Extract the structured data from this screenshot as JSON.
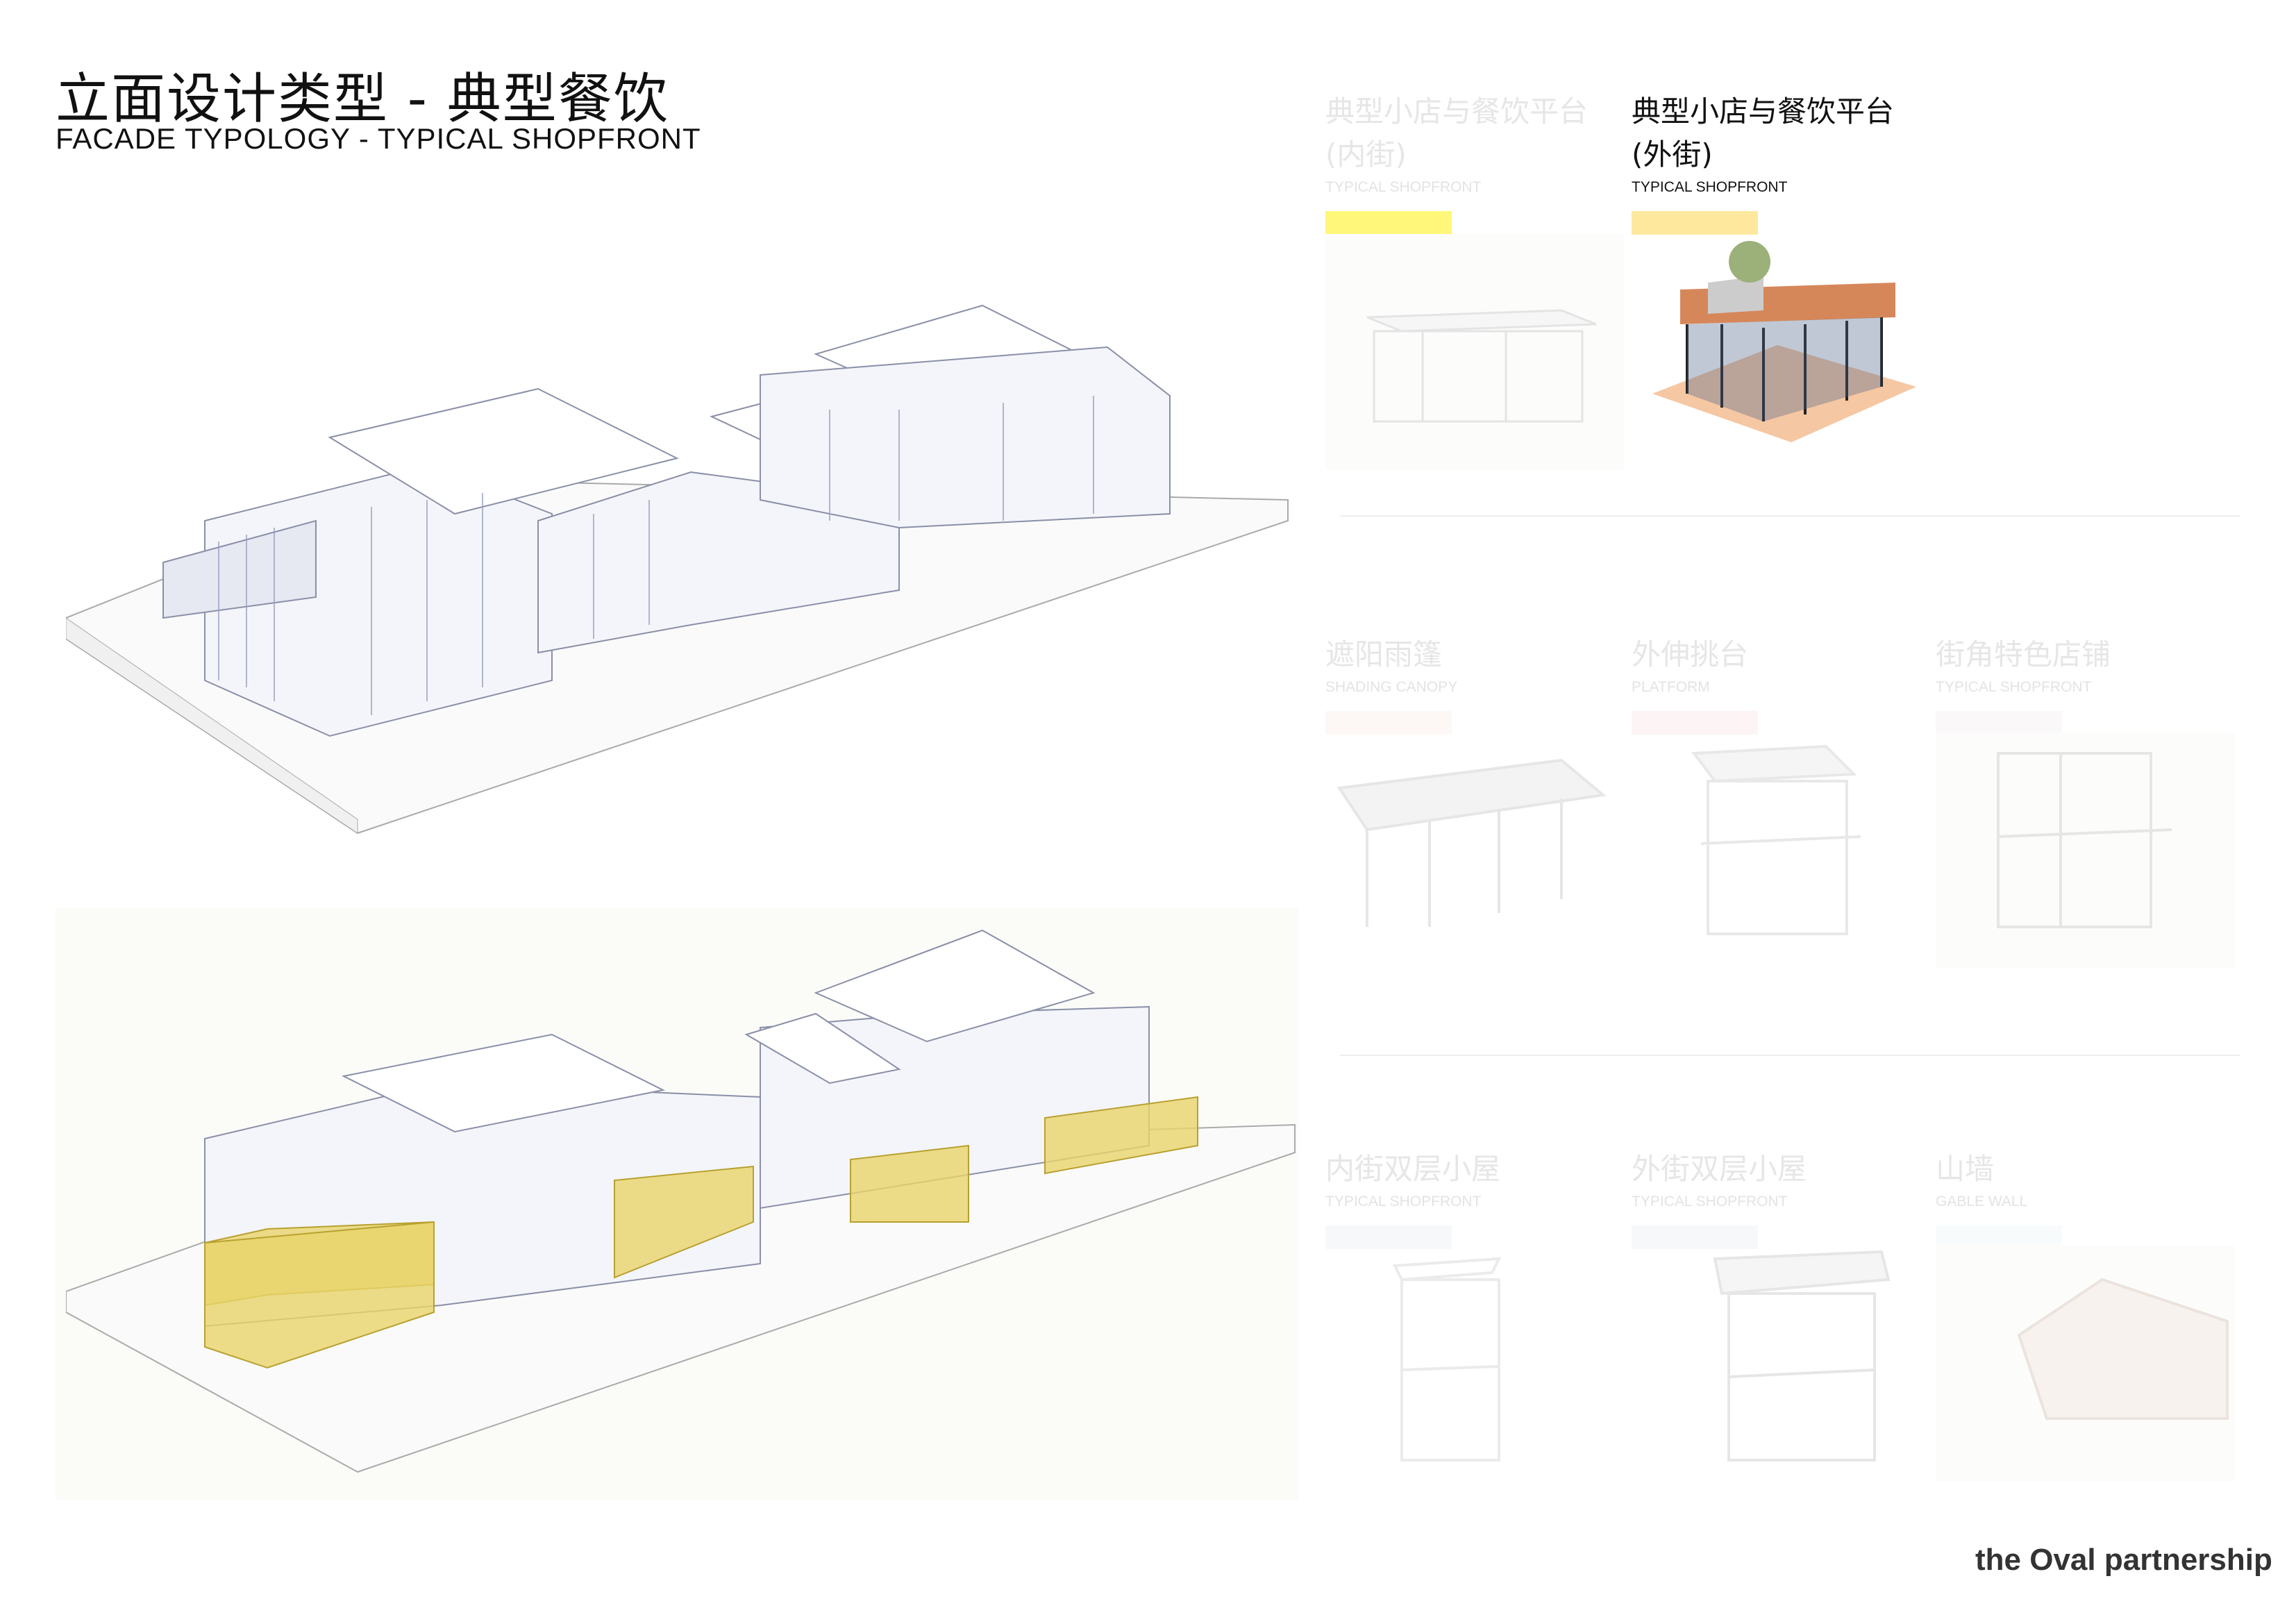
{
  "header": {
    "title_cn": "立面设计类型 - 典型餐饮",
    "title_en": "FACADE TYPOLOGY - TYPICAL SHOPFRONT"
  },
  "cards": [
    {
      "cn": "典型小店与餐饮平台\n(内街)",
      "en": "TYPICAL SHOPFRONT",
      "swatch": "#fff77a",
      "active": false
    },
    {
      "cn": "典型小店与餐饮平台\n(外街)",
      "en": "TYPICAL SHOPFRONT",
      "swatch": "#fde89e",
      "active": true
    },
    {
      "cn": "遮阳雨篷",
      "en": "SHADING CANOPY",
      "swatch": "#fdf8f6",
      "active": false
    },
    {
      "cn": "外伸挑台",
      "en": "PLATFORM",
      "swatch": "#fdf5f5",
      "active": false
    },
    {
      "cn": "街角特色店铺",
      "en": "TYPICAL SHOPFRONT",
      "swatch": "#faf8f9",
      "active": false
    },
    {
      "cn": "内街双层小屋",
      "en": "TYPICAL SHOPFRONT",
      "swatch": "#f7f8fa",
      "active": false
    },
    {
      "cn": "外街双层小屋",
      "en": "TYPICAL SHOPFRONT",
      "swatch": "#f7f8fa",
      "active": false
    },
    {
      "cn": "山墙",
      "en": "GABLE WALL",
      "swatch": "#f8fbfc",
      "active": false
    }
  ],
  "highlight_color": "#e8d46a",
  "logo": "the Oval partnership"
}
